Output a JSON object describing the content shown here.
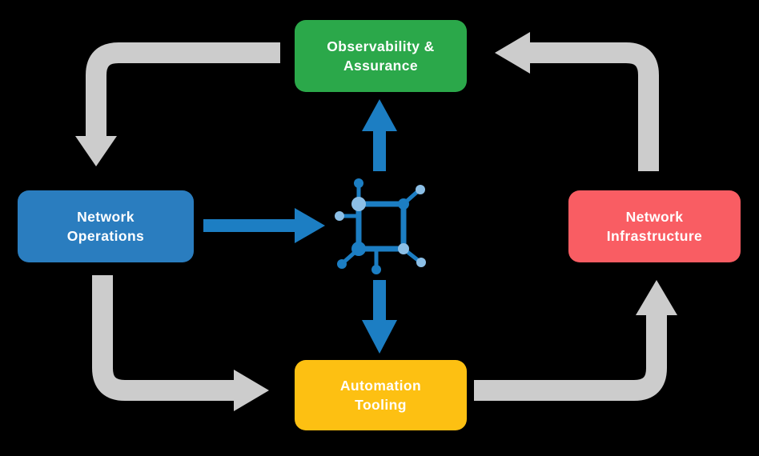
{
  "diagram": {
    "background_color": "#000000",
    "text_color": "#ffffff",
    "nodes": {
      "observability": {
        "label": "Observability &\nAssurance",
        "color": "#2ba84a"
      },
      "operations": {
        "label": "Network\nOperations",
        "color": "#2a7dbf"
      },
      "infrastructure": {
        "label": "Network\nInfrastructure",
        "color": "#f95d63"
      },
      "automation": {
        "label": "Automation\nTooling",
        "color": "#fdc012"
      }
    },
    "center_icon": "network-nodes-icon",
    "colors": {
      "arrow_gray": "#cccccc",
      "arrow_blue": "#1c7ec3",
      "icon_dark_blue": "#1c7ec3",
      "icon_light_blue": "#8cbfe6"
    },
    "edges": [
      {
        "from": "observability",
        "to": "operations",
        "style": "gray"
      },
      {
        "from": "operations",
        "to": "automation",
        "style": "gray"
      },
      {
        "from": "automation",
        "to": "infrastructure",
        "style": "gray"
      },
      {
        "from": "infrastructure",
        "to": "observability",
        "style": "gray"
      },
      {
        "from": "operations",
        "to": "center-hub",
        "style": "blue"
      },
      {
        "from": "center-hub",
        "to": "observability",
        "style": "blue"
      },
      {
        "from": "center-hub",
        "to": "automation",
        "style": "blue"
      }
    ]
  }
}
